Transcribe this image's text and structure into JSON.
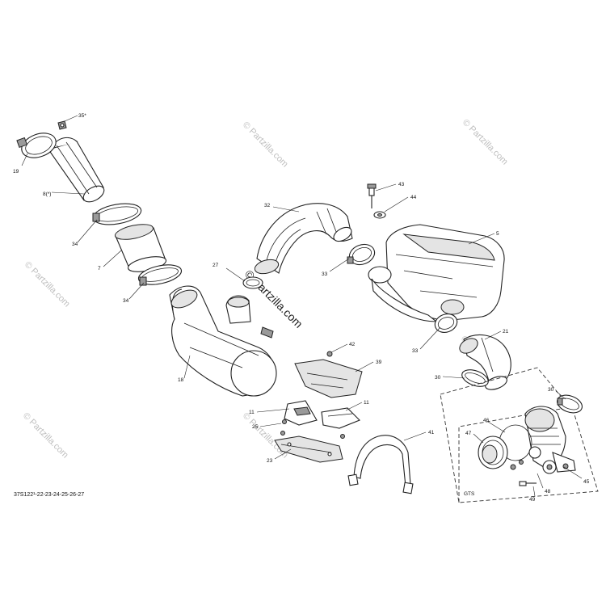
{
  "watermark": {
    "text": "© Partzilla.com",
    "center_text": "© Partzilla.com"
  },
  "reference_code": "37S122¹-22-23-24-25-26-27",
  "inset_label": "GTS",
  "callouts": [
    {
      "id": "c35",
      "label": "35*"
    },
    {
      "id": "c19",
      "label": "19"
    },
    {
      "id": "c8",
      "label": "8(*)"
    },
    {
      "id": "c34a",
      "label": "34"
    },
    {
      "id": "c7",
      "label": "7"
    },
    {
      "id": "c34b",
      "label": "34"
    },
    {
      "id": "c18",
      "label": "18"
    },
    {
      "id": "c32",
      "label": "32"
    },
    {
      "id": "c27",
      "label": "27"
    },
    {
      "id": "c33a",
      "label": "33"
    },
    {
      "id": "c43",
      "label": "43"
    },
    {
      "id": "c44",
      "label": "44"
    },
    {
      "id": "c5",
      "label": "5"
    },
    {
      "id": "c21",
      "label": "21"
    },
    {
      "id": "c33b",
      "label": "33"
    },
    {
      "id": "c42",
      "label": "42"
    },
    {
      "id": "c39",
      "label": "39"
    },
    {
      "id": "c30a",
      "label": "30"
    },
    {
      "id": "c11a",
      "label": "11"
    },
    {
      "id": "c11b",
      "label": "11"
    },
    {
      "id": "c25",
      "label": "25"
    },
    {
      "id": "c23",
      "label": "23"
    },
    {
      "id": "c41",
      "label": "41"
    },
    {
      "id": "c30b",
      "label": "30"
    },
    {
      "id": "c46",
      "label": "46"
    },
    {
      "id": "c47",
      "label": "47"
    },
    {
      "id": "c45",
      "label": "45"
    },
    {
      "id": "c48",
      "label": "48"
    },
    {
      "id": "c49",
      "label": "49"
    }
  ]
}
